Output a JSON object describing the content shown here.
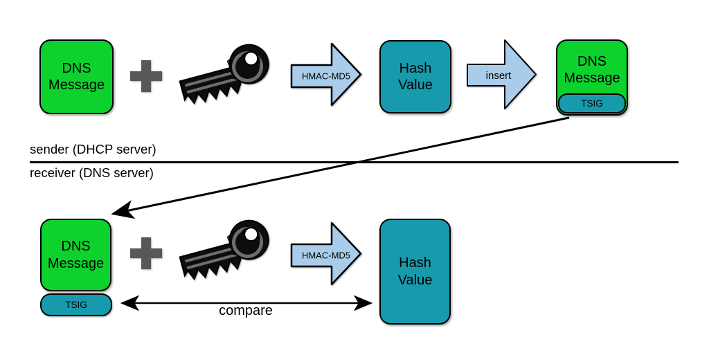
{
  "colors": {
    "box_green": "#0DD22D",
    "box_teal": "#189AAD",
    "arrow_blue": "#A9CCEA",
    "plus_gray": "#58585A",
    "outline_black": "#000000"
  },
  "icons": {
    "key": "key-icon",
    "plus": "plus-icon"
  },
  "sender": {
    "dns_box": "DNS\nMessage",
    "hmac_arrow": "HMAC-MD5",
    "hash_box": "Hash\nValue",
    "insert_arrow": "insert",
    "signed_dns_box": "DNS\nMessage",
    "signed_tsig_badge": "TSIG"
  },
  "divider": {
    "sender_label": "sender (DHCP server)",
    "receiver_label": "receiver (DNS server)"
  },
  "receiver": {
    "dns_box": "DNS\nMessage",
    "tsig_badge": "TSIG",
    "hmac_arrow": "HMAC-MD5",
    "hash_box": "Hash\nValue",
    "compare_label": "compare"
  }
}
